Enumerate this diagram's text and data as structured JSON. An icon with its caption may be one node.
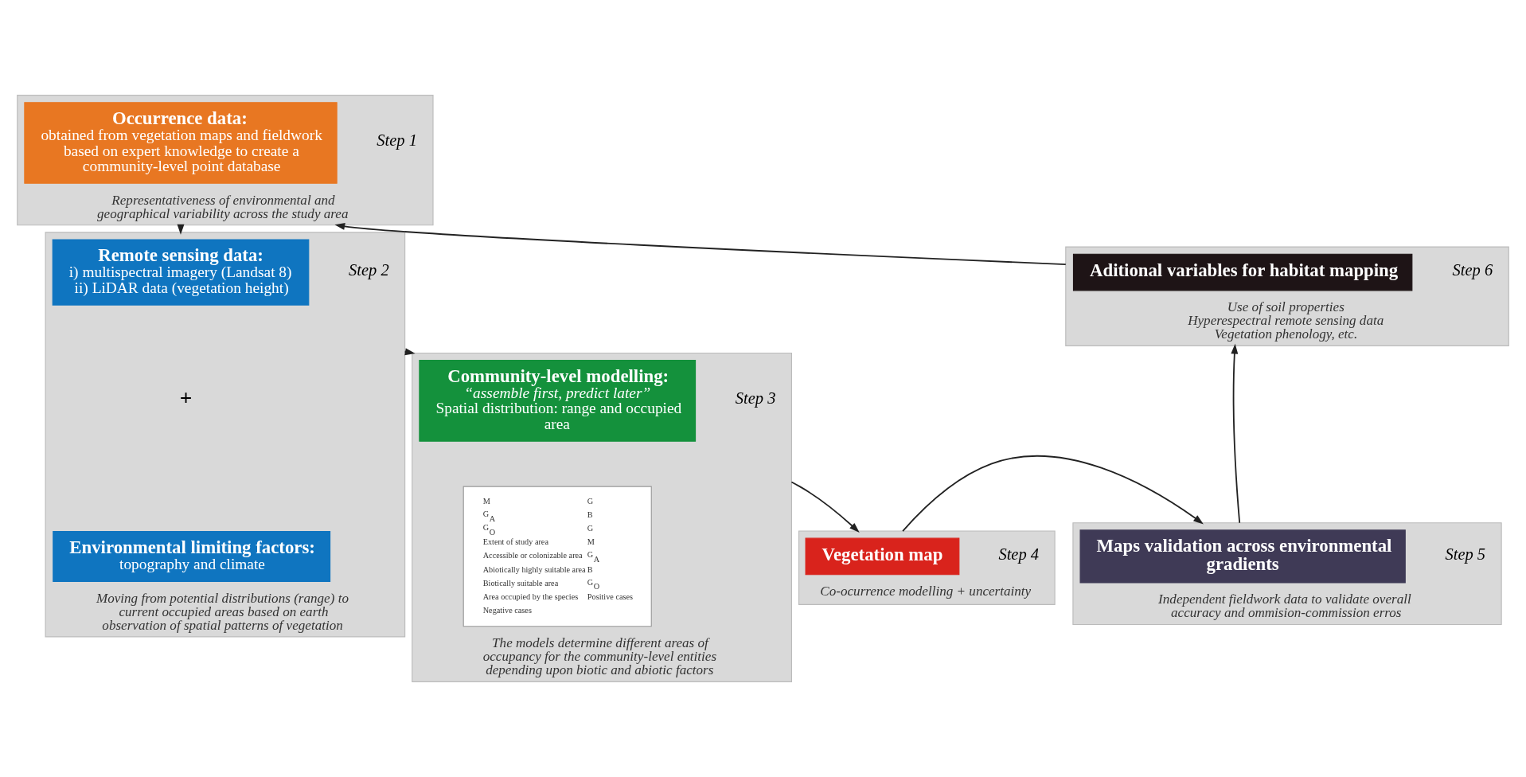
{
  "diagram": {
    "nodes": [
      {
        "text": [
          "Representativeness of environmental and geographical variability across the study area"
        ],
        "beside": [
          "Step 1"
        ]
      },
      {
        "text": [
          "Occurrence data:",
          "obtained from vegetation maps and fieldwork based on expert knowledge to create a community-level point database"
        ],
        "in": 0
      },
      {
        "text": [
          "Moving from potential distributions (range) to current occupied areas based on earth observation of spatial patterns of vegetation"
        ],
        "beside": [
          "Step 2"
        ]
      },
      {
        "text": [
          "Remote sensing data:",
          "i) multispectral imagery (Landsat 8)",
          "ii) LiDAR data (vegetation height)"
        ],
        "in": 2
      },
      {
        "text": [
          "Environmental limiting factors:",
          "topography and climate"
        ],
        "in": 2
      },
      {
        "text": [
          "The models determine different areas of occupancy for the community-level entities depending upon biotic and abiotic factors"
        ],
        "beside": [
          "Step 3"
        ]
      },
      {
        "text": [
          "Community-level modelling:",
          "“assemble first, predict later”",
          "Spatial distribution: range and occupied area"
        ],
        "in": 5
      },
      {
        "text": [
          "M",
          "G",
          "G$_{A}$",
          "B",
          "G$_{O}$",
          "G",
          "Extent of study area",
          "M",
          "Accessible or colonizable area",
          "G$_{A}$",
          "Abiotically highly suitable area",
          "B",
          "Biotically suitable area",
          "G$_{O}$",
          "Area occupied by the species",
          "Positive cases",
          "Negative cases"
        ],
        "in": 5
      },
      {
        "text": [
          "Co-ocurrence modelling + uncertainty"
        ],
        "beside": [
          "Step 4"
        ]
      },
      {
        "text": [
          "Vegetation map"
        ],
        "in": 8
      },
      {
        "text": [
          "Independent fieldwork data to validate overall accuracy and ommision-commission erros"
        ],
        "beside": [
          "Step 5"
        ]
      },
      {
        "text": [
          "Maps validation across environmental gradients"
        ],
        "in": 10
      },
      {
        "text": [
          "Use of soil properties",
          "Hyperespectral remote sensing data",
          "Vegetation phenology, etc."
        ],
        "beside": [
          "Step 6"
        ]
      },
      {
        "text": [
          "Aditional variables for habitat mapping"
        ],
        "in": 12
      }
    ],
    "edges": [
      {
        "from": 0,
        "to": 2,
        "arrow": "to"
      },
      {
        "from": 2,
        "to": 5,
        "arrow": "to"
      },
      {
        "from": 5,
        "to": 8,
        "arrow": "to"
      },
      {
        "from": 8,
        "to": 10,
        "arrow": "to"
      },
      {
        "from": 10,
        "to": 12,
        "arrow": "to"
      },
      {
        "from": 12,
        "to": 0,
        "arrow": "to"
      }
    ],
    "labels": [
      "+"
    ]
  }
}
